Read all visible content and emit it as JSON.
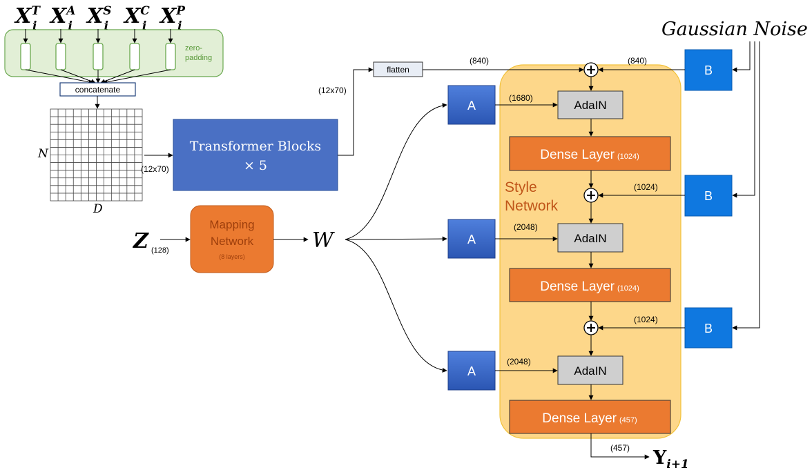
{
  "inputs": [
    {
      "base": "X",
      "sub": "i",
      "sup": "T"
    },
    {
      "base": "X",
      "sub": "i",
      "sup": "A"
    },
    {
      "base": "X",
      "sub": "i",
      "sup": "S"
    },
    {
      "base": "X",
      "sub": "i",
      "sup": "C"
    },
    {
      "base": "X",
      "sub": "i",
      "sup": "P"
    }
  ],
  "zero_padding_line1": "zero-",
  "zero_padding_line2": "padding",
  "concatenate_label": "concatenate",
  "matrix_row_label": "N",
  "matrix_col_label": "D",
  "dim_matrix_out": "(12x70)",
  "transformer_line1": "Transformer Blocks",
  "transformer_line2": "× 5",
  "dim_transformer_out": "(12x70)",
  "flatten_label": "flatten",
  "dim_flatten_out": "(840)",
  "dim_noise_b1": "(840)",
  "z_label": "Z",
  "z_dim": "(128)",
  "mapping_line1": "Mapping",
  "mapping_line2": "Network",
  "mapping_sub": "(8 layers)",
  "w_label": "W",
  "gaussian_noise": "Gaussian Noise",
  "a_label": "A",
  "b_label": "B",
  "dim_a1": "(1680)",
  "dim_a2": "(2048)",
  "dim_a3": "(2048)",
  "dim_noise_b2": "(1024)",
  "dim_noise_b3": "(1024)",
  "adain_label": "AdaIN",
  "dense_label": "Dense Layer",
  "dense1_dim": "(1024)",
  "dense2_dim": "(1024)",
  "dense3_dim": "(457)",
  "style_line1": "Style",
  "style_line2": "Network",
  "dim_output": "(457)",
  "output": {
    "base": "Y",
    "sub": "i+1"
  },
  "colors": {
    "blue_block": "#4a70c4",
    "a_block": "#3d67c8",
    "b_block": "#0f78e0",
    "orange": "#eb7a30",
    "style_bg": "#fdd78a",
    "style_border": "#f2c23a",
    "green_bg": "#e2efd6",
    "green_border": "#6aa84f",
    "adain_bg": "#cfcfcf"
  }
}
